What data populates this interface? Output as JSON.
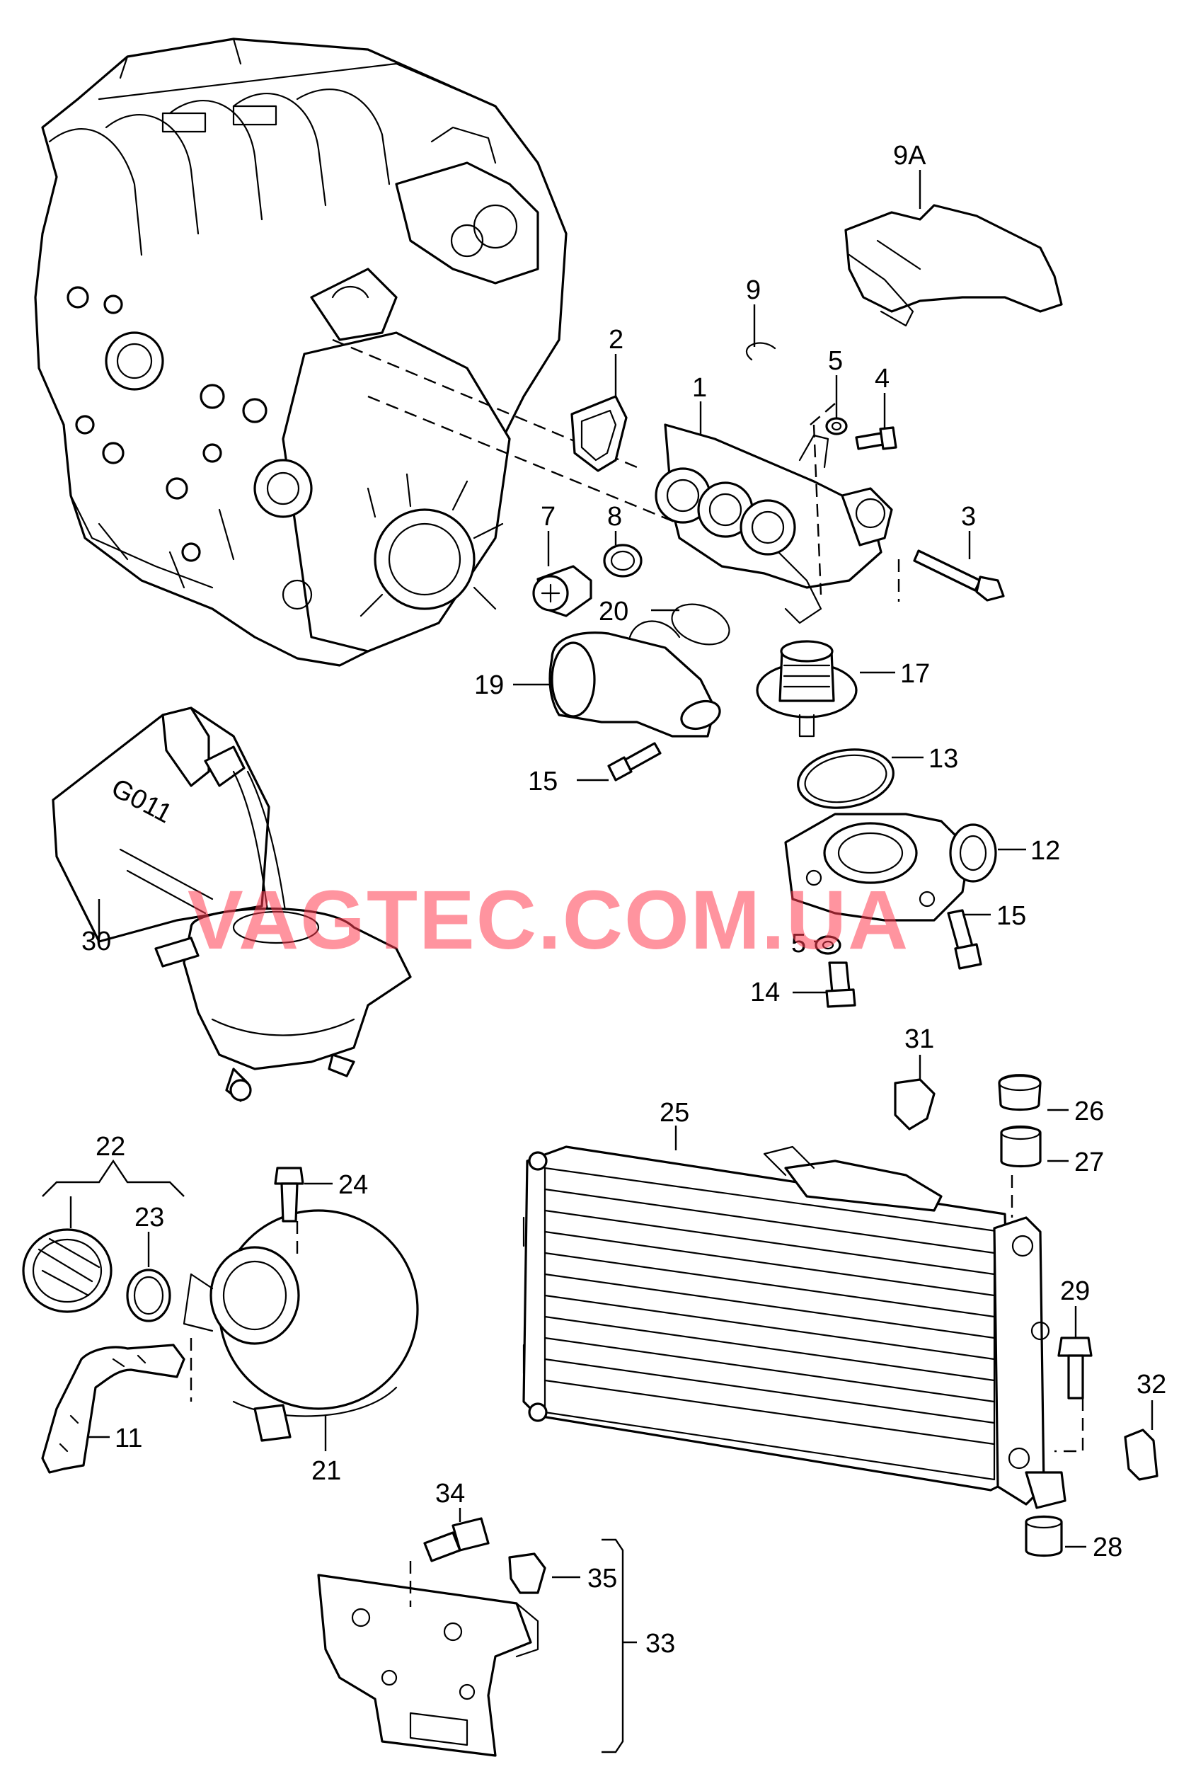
{
  "watermark": "VAGTEC.COM.UA",
  "watermark_color": "#ff3c50",
  "canister_text": "G011",
  "callouts": {
    "c1": "1",
    "c2": "2",
    "c3": "3",
    "c4": "4",
    "c5a": "5",
    "c5b": "5",
    "c7": "7",
    "c8": "8",
    "c9": "9",
    "c9a": "9A",
    "c11": "11",
    "c12": "12",
    "c13": "13",
    "c14": "14",
    "c15a": "15",
    "c15b": "15",
    "c17": "17",
    "c19": "19",
    "c20": "20",
    "c21": "21",
    "c22": "22",
    "c23": "23",
    "c24": "24",
    "c25": "25",
    "c26": "26",
    "c27": "27",
    "c28": "28",
    "c29": "29",
    "c30": "30",
    "c31": "31",
    "c32": "32",
    "c33": "33",
    "c34": "34",
    "c35": "35"
  }
}
